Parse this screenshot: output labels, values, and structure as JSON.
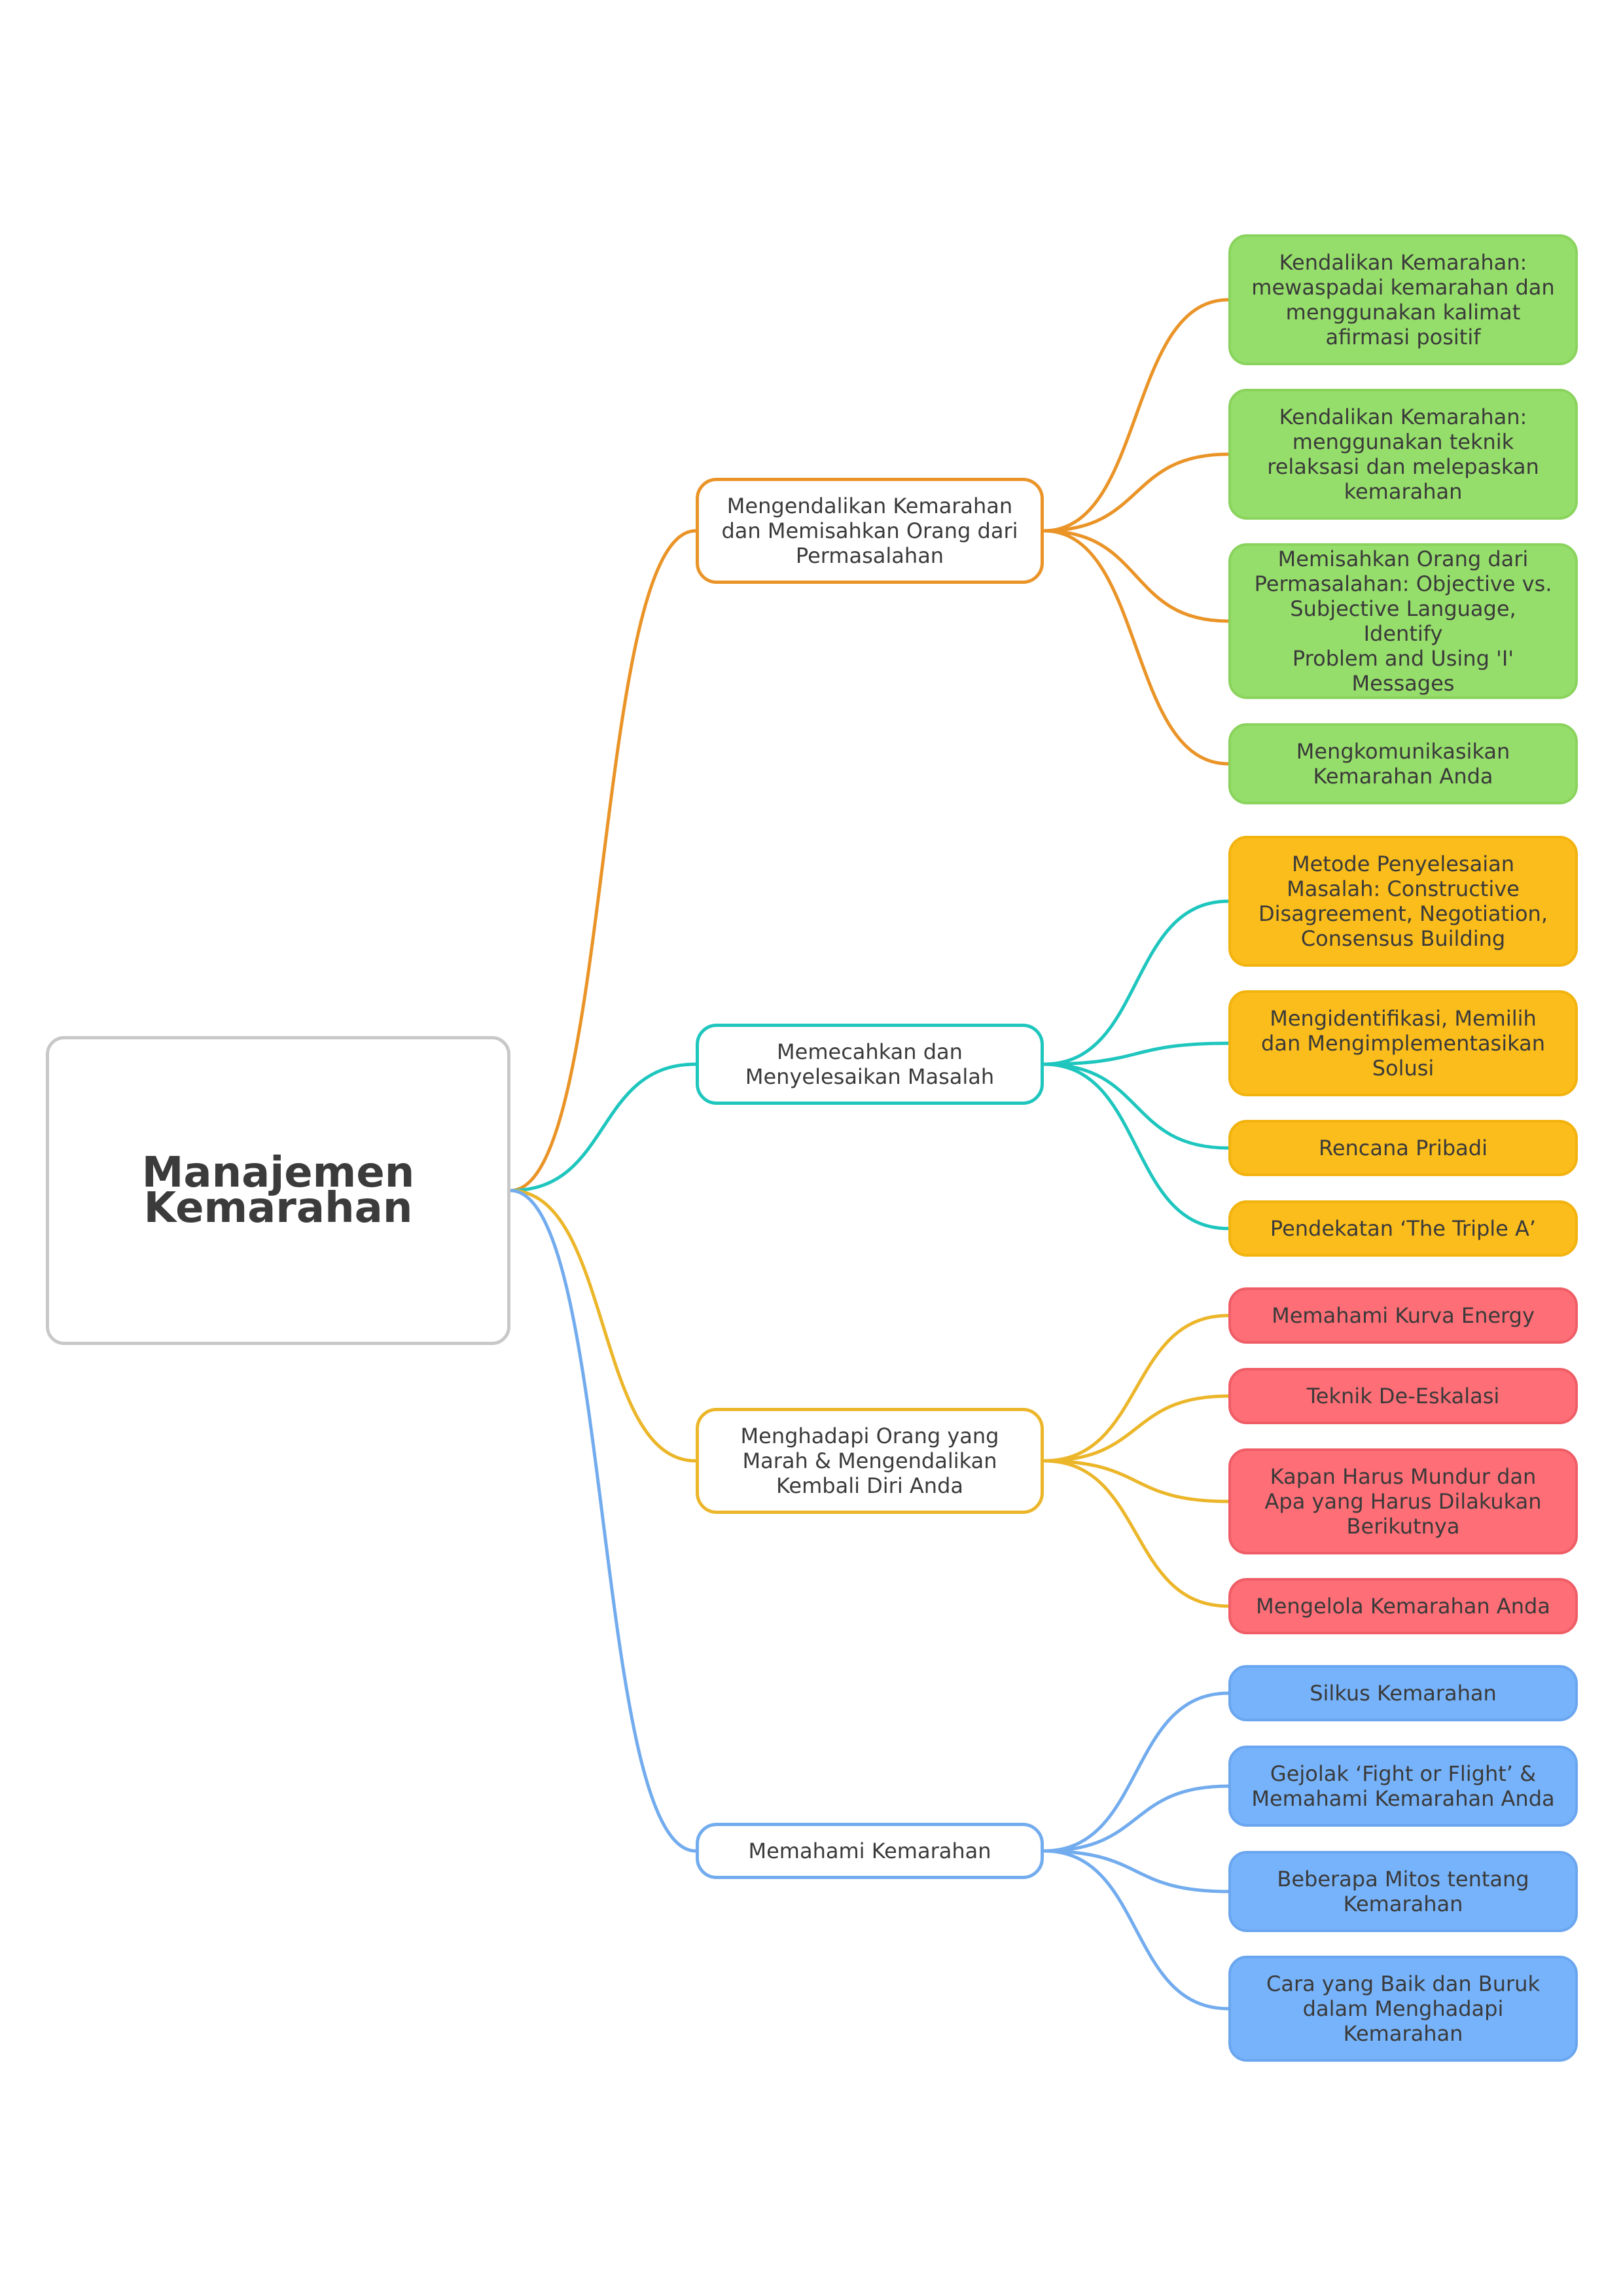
{
  "title": "Manajemen\nKemarahan",
  "branches": [
    {
      "label": "Mengendalikan Kemarahan\ndan Memisahkan Orang dari\nPermasalahan",
      "line_color": "#ea9428",
      "leaf_color": "#96de6b",
      "leaves": [
        "Kendalikan Kemarahan:\nmewaspadai kemarahan dan\nmenggunakan kalimat\nafirmasi positif",
        "Kendalikan Kemarahan:\nmenggunakan teknik\nrelaksasi dan melepaskan\nkemarahan",
        "Memisahkan Orang dari\nPermasalahan: Objective vs.\nSubjective Language, Identify\nProblem and Using 'I'\nMessages",
        "Mengkomunikasikan\nKemarahan Anda"
      ]
    },
    {
      "label": "Memecahkan dan\nMenyelesaikan Masalah",
      "line_color": "#1ec6be",
      "leaf_color": "#fbbd1b",
      "leaves": [
        "Metode Penyelesaian\nMasalah: Constructive\nDisagreement, Negotiation,\nConsensus Building",
        "Mengidentifikasi, Memilih\ndan Mengimplementasikan\nSolusi",
        "Rencana Pribadi",
        "Pendekatan ‘The Triple A’"
      ]
    },
    {
      "label": "Menghadapi Orang yang\nMarah & Mengendalikan\nKembali Diri Anda",
      "line_color": "#ecb62a",
      "leaf_color": "#fe6e76",
      "leaves": [
        "Memahami Kurva Energy",
        "Teknik De-Eskalasi",
        "Kapan Harus Mundur dan\nApa yang Harus Dilakukan\nBerikutnya",
        "Mengelola Kemarahan Anda"
      ]
    },
    {
      "label": "Memahami Kemarahan",
      "line_color": "#72acee",
      "leaf_color": "#77b3fa",
      "leaves": [
        "Silkus Kemarahan",
        "Gejolak ‘Fight or Flight’ &\nMemahami Kemarahan Anda",
        "Beberapa Mitos tentang\nKemarahan",
        "Cara yang Baik dan Buruk\ndalam Menghadapi\nKemarahan"
      ]
    }
  ]
}
